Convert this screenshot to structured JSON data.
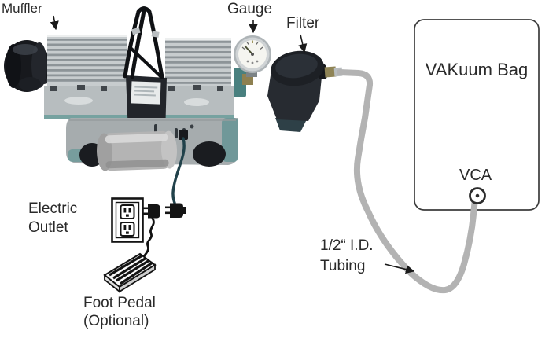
{
  "labels": {
    "muffler": "Muffler",
    "gauge": "Gauge",
    "filter": "Filter",
    "vakuum_bag": "VAKuum Bag",
    "vca": "VCA",
    "electric_outlet": {
      "line1": "Electric",
      "line2": "Outlet"
    },
    "foot_pedal": {
      "line1": "Foot Pedal",
      "line2": "(Optional)"
    },
    "tubing": {
      "line1": "1/2“ I.D.",
      "line2": "Tubing"
    }
  },
  "colors": {
    "tubing_gray": "#b3b3b3",
    "outline_black": "#1a1a1a",
    "label_text": "#2a2a2a",
    "background": "#ffffff",
    "bag_border": "#3c3c3c",
    "pump_teal": "#6f9e9c"
  }
}
